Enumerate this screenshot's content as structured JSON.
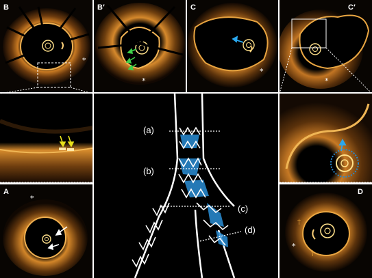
{
  "figure": {
    "background_color": "#ffffff",
    "oct_tissue_color": "#d98a2b",
    "oct_bright_color": "#ffd27a",
    "stent_fill_color": "#2b8fd6",
    "panels": {
      "B": {
        "label": "B",
        "star": "*"
      },
      "B_prime": {
        "label": "B′",
        "star": "*"
      },
      "C": {
        "label": "C",
        "star": "*"
      },
      "C_prime": {
        "label": "C′",
        "star": "*"
      },
      "A": {
        "label": "A",
        "star": "*"
      },
      "D": {
        "label": "D",
        "star": "*",
        "dagger": "†"
      }
    },
    "schematic": {
      "labels": [
        "(a)",
        "(b)",
        "(c)",
        "(d)"
      ]
    },
    "arrows": {
      "B_prime": "green",
      "C": "blue",
      "B_zoom": "yellow",
      "C_prime_zoom": "blue",
      "A": "white"
    }
  }
}
